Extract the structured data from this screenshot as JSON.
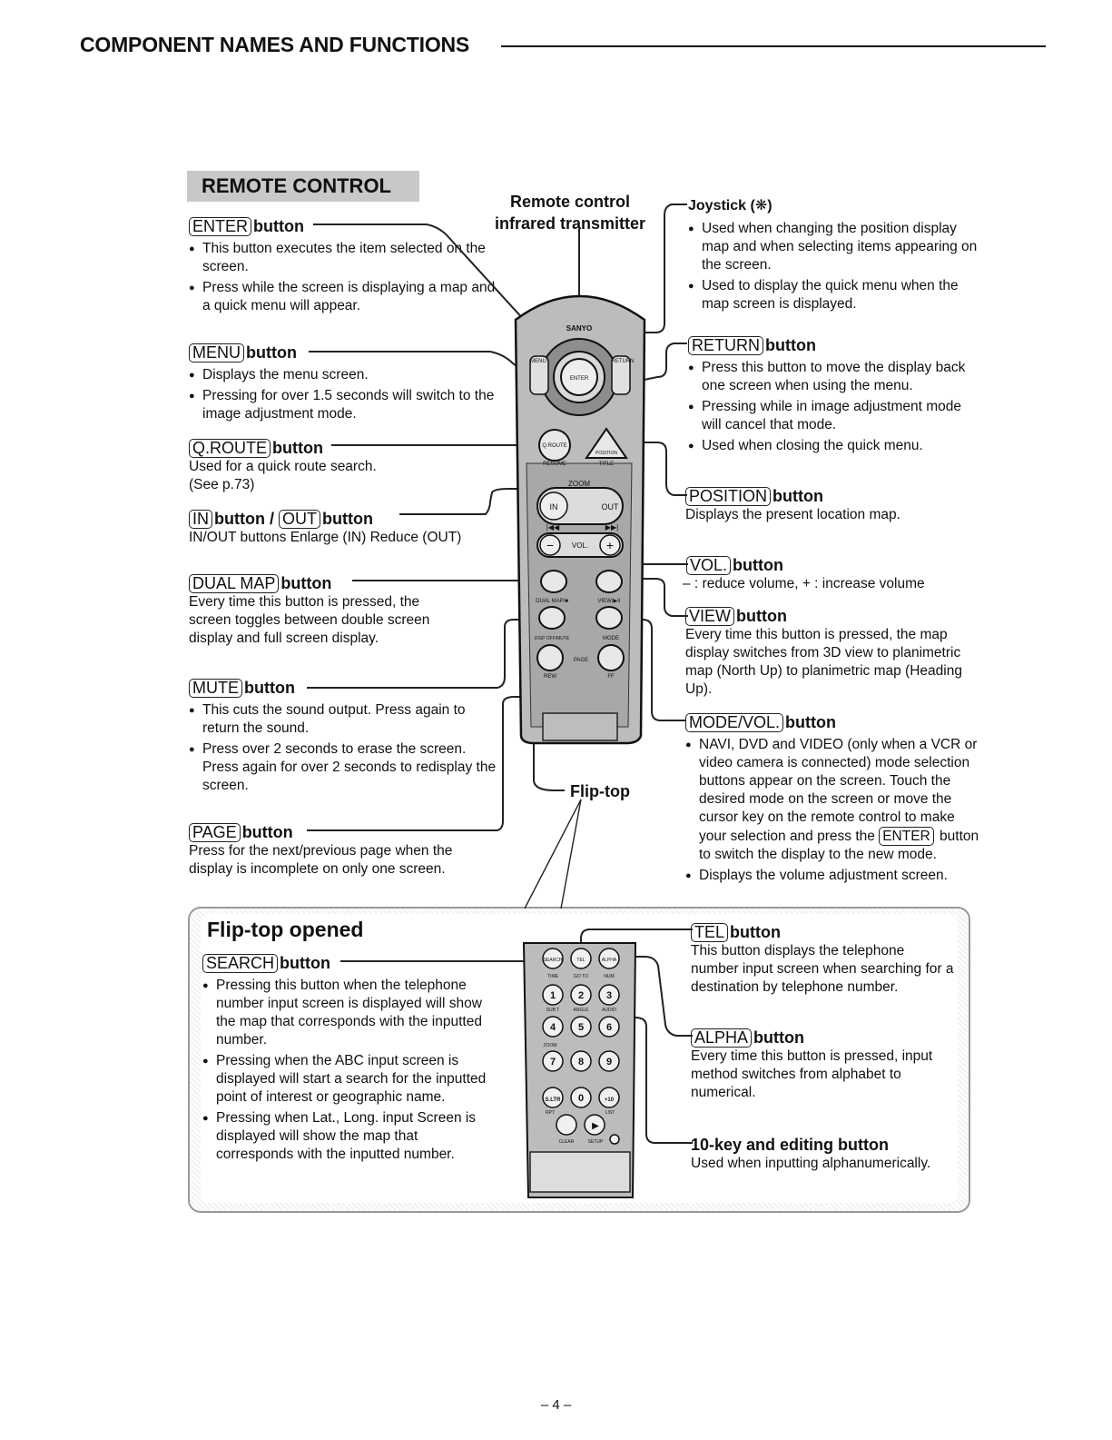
{
  "page": {
    "title": "COMPONENT NAMES AND FUNCTIONS",
    "page_number": "–  4  –"
  },
  "section_title": "REMOTE CONTROL",
  "center_labels": {
    "transmitter_line1": "Remote control",
    "transmitter_line2": "infrared transmitter",
    "fliptop": "Flip-top"
  },
  "left": {
    "enter": {
      "key": "ENTER",
      "word": "button",
      "bullets": [
        "This button executes the item selected on the screen.",
        "Press while the screen is displaying a map and a quick menu will appear."
      ]
    },
    "menu": {
      "key": "MENU",
      "word": "button",
      "bullets": [
        "Displays the menu screen.",
        "Pressing for over 1.5 seconds will switch to the image adjustment mode."
      ]
    },
    "qroute": {
      "key": "Q.ROUTE",
      "word": "button",
      "text_line1": "Used for a quick route search.",
      "text_line2": "(See p.73)"
    },
    "inout": {
      "key_in": "IN",
      "mid": "button /",
      "key_out": "OUT",
      "word": "button",
      "text": "IN/OUT buttons Enlarge (IN) Reduce (OUT)"
    },
    "dualmap": {
      "key": "DUAL MAP",
      "word": "button",
      "text": "Every time this button is pressed, the screen toggles between double screen display and full screen display."
    },
    "mute": {
      "key": "MUTE",
      "word": "button",
      "bullets": [
        "This cuts the sound output. Press again to return the sound.",
        "Press over 2 seconds to erase the screen. Press again for over 2 seconds to redisplay the screen."
      ]
    },
    "page": {
      "key": "PAGE",
      "word": "button",
      "text": "Press for the next/previous page when the display is incomplete on only one screen."
    }
  },
  "right": {
    "joystick": {
      "label": "Joystick (",
      "label_end": ")",
      "bullets": [
        "Used when changing the position display map and when selecting items appearing on the screen.",
        "Used to display the quick menu when the map screen is displayed."
      ]
    },
    "return": {
      "key": "RETURN",
      "word": "button",
      "bullets": [
        "Press this button to move the display back one screen when using the menu.",
        "Pressing while in image adjustment mode will cancel that mode.",
        "Used when closing the quick menu."
      ]
    },
    "position": {
      "key": "POSITION",
      "word": "button",
      "text": "Displays the present location map."
    },
    "vol": {
      "key": "VOL.",
      "word": "button",
      "text": "– : reduce volume, + : increase volume"
    },
    "view": {
      "key": "VIEW",
      "word": "button",
      "text": "Every time this button is pressed, the map display switches from 3D view to planimetric map (North Up) to planimetric map (Heading Up)."
    },
    "modevol": {
      "key": "MODE/VOL.",
      "word": "button",
      "bullet1_pre": "NAVI, DVD and VIDEO (only when a VCR or video camera is connected) mode selection buttons appear on the screen. Touch the desired mode on the screen or move the cursor key on the remote control to make your selection and press the",
      "bullet1_key": "ENTER",
      "bullet1_post": "button to switch the display to the new mode.",
      "bullet2": "Displays the volume adjustment screen."
    }
  },
  "fliptop": {
    "title": "Flip-top opened",
    "search": {
      "key": "SEARCH",
      "word": "button",
      "bullets": [
        "Pressing this button when the telephone number input screen is displayed will show the map that corresponds with the inputted number.",
        "Pressing when the ABC input screen is displayed will start a search for the inputted point of interest or geographic name.",
        "Pressing when Lat., Long. input Screen is displayed will show the map that corresponds with the inputted number."
      ]
    },
    "tel": {
      "key": "TEL",
      "word": "button",
      "text": "This button displays the telephone number input screen when searching for a destination by telephone number."
    },
    "alpha": {
      "key": "ALPHA",
      "word": "button",
      "text": "Every time this button is pressed, input method switches from alphabet to numerical."
    },
    "tenkey": {
      "head": "10-key and editing button",
      "text": "Used when inputting alphanumerically."
    }
  },
  "remote": {
    "brand": "SANYO",
    "menu": "MENU",
    "enter": "ENTER",
    "return": "RETURN",
    "qroute": "Q.ROUTE",
    "position": "POSITION",
    "resume": "RESUME",
    "titlelbl": "TITLE",
    "zoom": "ZOOM",
    "in": "IN",
    "out": "OUT",
    "prev": "|◀◀",
    "next": "▶▶|",
    "vol": "VOL.",
    "minus": "−",
    "plus": "+",
    "dual": "DUAL MAP/■",
    "view": "VIEW/▶II",
    "disp": "DISP OFF/MUTE",
    "mode": "MODE",
    "page": "PAGE",
    "rew": "REW",
    "ff": "FF"
  },
  "keypad": {
    "top": [
      "SEARCH",
      "TEL",
      "ALPHA"
    ],
    "toplbl": [
      "TIME",
      "GO TO",
      "NUM"
    ],
    "rows": [
      [
        "1",
        "2",
        "3"
      ],
      [
        "4",
        "5",
        "6"
      ],
      [
        "7",
        "8",
        "9"
      ],
      [
        "S.LTR",
        "0",
        "+10"
      ]
    ],
    "sub": [
      "SUB T",
      "ANGLE",
      "AUDIO"
    ],
    "zoom": "ZOOM",
    "rpt": "RPT",
    "lst": "LIST",
    "clear": "CLEAR",
    "setup": "SETUP"
  }
}
